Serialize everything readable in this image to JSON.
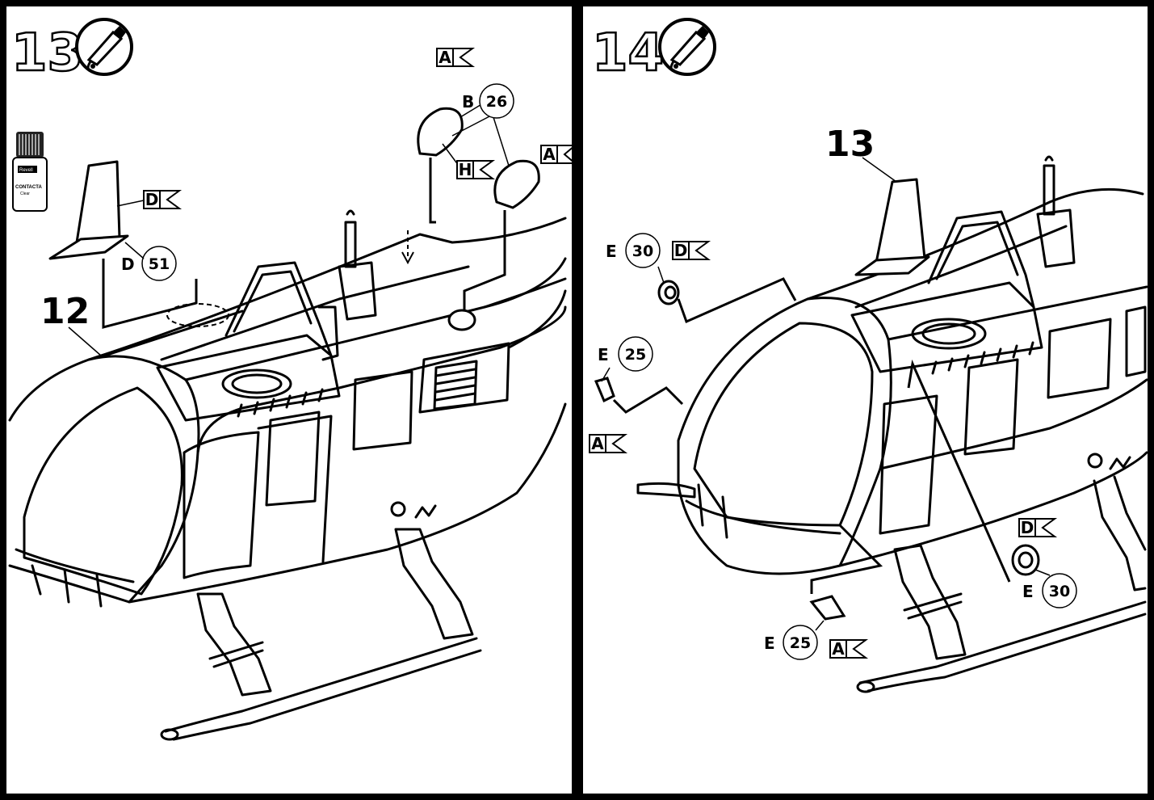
{
  "steps": [
    {
      "number": "13",
      "icon": "glue-tube-icon",
      "sub_assembly": "12",
      "product_bottle": {
        "brand": "Revell",
        "name": "CONTACTA",
        "sub": "Clear"
      },
      "callouts": [
        {
          "letter": "B",
          "part": "26"
        },
        {
          "letter": "D",
          "part": "51"
        }
      ],
      "color_flags": [
        "A",
        "H",
        "A",
        "D"
      ]
    },
    {
      "number": "14",
      "icon": "glue-tube-icon",
      "sub_assembly": "13",
      "callouts": [
        {
          "letter": "E",
          "part": "30"
        },
        {
          "letter": "E",
          "part": "25"
        },
        {
          "letter": "E",
          "part": "30"
        },
        {
          "letter": "E",
          "part": "25"
        }
      ],
      "color_flags": [
        "D",
        "A",
        "D",
        "A"
      ]
    }
  ]
}
